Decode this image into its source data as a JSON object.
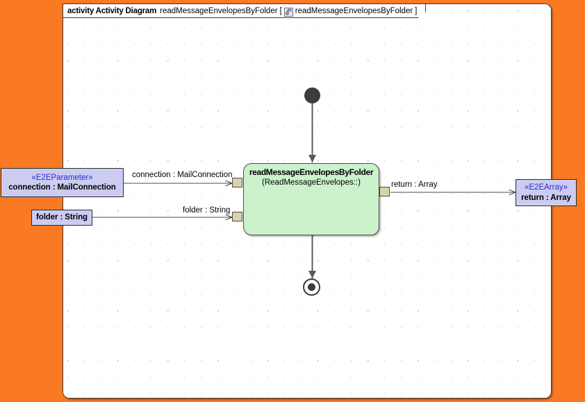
{
  "canvas": {
    "background_color": "#f97a23",
    "frame_background": "#ffffff",
    "grid": "dotted"
  },
  "frame_header": {
    "keyword": "activity Activity Diagram",
    "name": "readMessageEnvelopesByFolder",
    "bracket_open": "[",
    "icon": "activity-diagram-icon",
    "qualified_name": "readMessageEnvelopesByFolder",
    "bracket_close": "]"
  },
  "nodes": {
    "initial": {
      "name": "initial-node",
      "shape": "filled-circle",
      "color": "#3c3c3c"
    },
    "final": {
      "name": "activity-final-node",
      "shape": "ring-with-filled-circle",
      "color": "#3c3c3c"
    },
    "action": {
      "title": "readMessageEnvelopesByFolder",
      "subtitle": "(ReadMessageEnvelopes::)",
      "fill_color": "#ccf2cc",
      "border_color": "#4a4a4a"
    },
    "parameter_connection": {
      "stereotype": "«E2EParameter»",
      "label": "connection : MailConnection",
      "fill_color": "#ccccf2",
      "stereotype_color": "#2b2bcc"
    },
    "parameter_folder": {
      "stereotype": "",
      "label": "folder : String",
      "fill_color": "#ccccf2"
    },
    "parameter_return": {
      "stereotype": "«E2EArray»",
      "label": "return : Array",
      "fill_color": "#ccccf2",
      "stereotype_color": "#2b2bcc"
    }
  },
  "pins": {
    "connection_pin": "connection-input-pin",
    "folder_pin": "folder-input-pin",
    "return_pin": "return-output-pin",
    "fill_color": "#d9d2ad"
  },
  "edges": [
    {
      "name": "edge-connection",
      "label": "connection : MailConnection"
    },
    {
      "name": "edge-folder",
      "label": "folder : String"
    },
    {
      "name": "edge-return",
      "label": "return : Array"
    },
    {
      "name": "edge-initial-to-action",
      "label": ""
    },
    {
      "name": "edge-action-to-final",
      "label": ""
    }
  ],
  "labels": {
    "connection": "connection : MailConnection",
    "folder": "folder : String",
    "return": "return : Array"
  }
}
